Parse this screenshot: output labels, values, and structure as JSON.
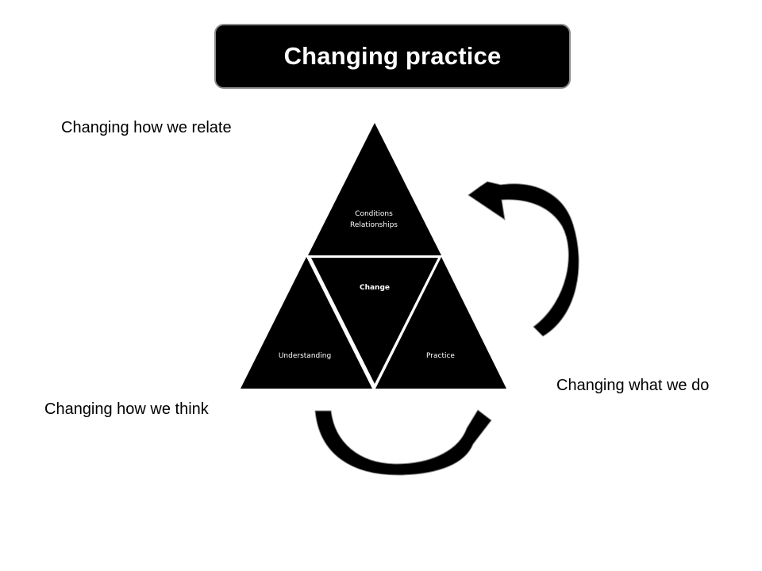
{
  "title": "Changing practice",
  "labels": {
    "relate": "Changing how we relate",
    "think": "Changing how we think",
    "do": "Changing what we do"
  },
  "triangle": {
    "top_line1": "Conditions",
    "top_line2": "Relationships",
    "center": "Change",
    "left": "Understanding",
    "right": "Practice"
  },
  "colors": {
    "fill": "#000000",
    "text": "#ffffff",
    "border": "#8c8c8c"
  }
}
